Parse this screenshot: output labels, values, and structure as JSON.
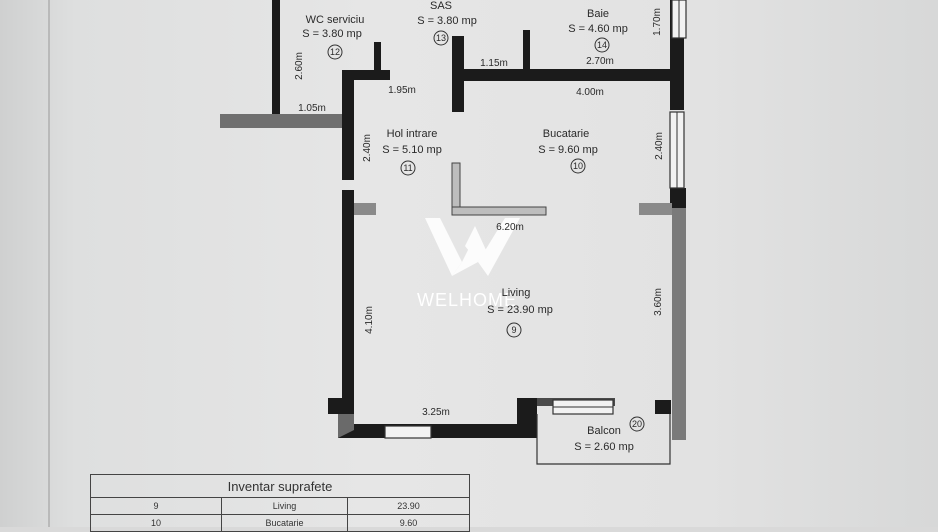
{
  "watermark": {
    "brand": "WELHOME",
    "logo_icon": "w-logo-icon"
  },
  "rooms": [
    {
      "id": "wc",
      "name": "WC serviciu",
      "area": "S = 3.80 mp",
      "number": "12"
    },
    {
      "id": "sas",
      "name": "SAS",
      "area": "S = 3.80 mp",
      "number": "13"
    },
    {
      "id": "baie",
      "name": "Baie",
      "area": "S = 4.60 mp",
      "number": "14"
    },
    {
      "id": "hol",
      "name": "Hol intrare",
      "area": "S = 5.10 mp",
      "number": "11"
    },
    {
      "id": "bucatarie",
      "name": "Bucatarie",
      "area": "S = 9.60 mp",
      "number": "10"
    },
    {
      "id": "living",
      "name": "Living",
      "area": "S = 23.90 mp",
      "number": "9"
    },
    {
      "id": "balcon",
      "name": "Balcon",
      "area": "S = 2.60 mp",
      "number": "20"
    }
  ],
  "dimensions": {
    "wc_height": "2.60m",
    "wc_width": "1.05m",
    "hol_width": "1.95m",
    "sas_width": "1.15m",
    "baie_width": "2.70m",
    "baie_height": "1.70m",
    "kitchen_width": "4.00m",
    "hol_height": "2.40m",
    "kitchen_height": "2.40m",
    "living_inner": "6.20m",
    "living_left": "4.10m",
    "living_right": "3.60m",
    "living_bottom": "3.25m"
  },
  "inventory": {
    "title": "Inventar suprafete",
    "rows": [
      {
        "no": "9",
        "name": "Living",
        "area": "23.90"
      },
      {
        "no": "10",
        "name": "Bucatarie",
        "area": "9.60"
      }
    ]
  }
}
